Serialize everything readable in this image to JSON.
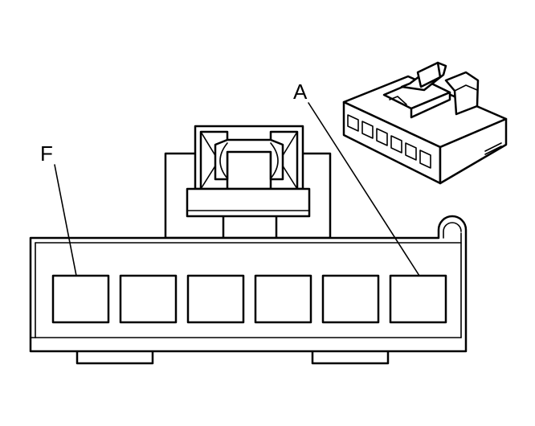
{
  "diagram": {
    "callouts": [
      {
        "id": "A",
        "text": "A"
      },
      {
        "id": "F",
        "text": "F"
      }
    ],
    "cavities": 6
  },
  "colors": {
    "line": "#000000",
    "background": "#ffffff"
  }
}
